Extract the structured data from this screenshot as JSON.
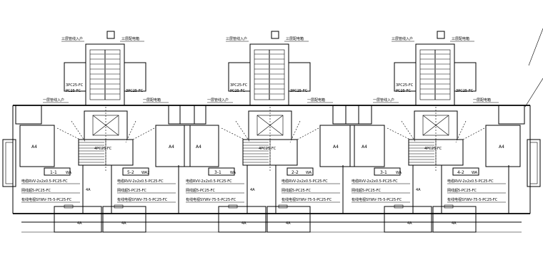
{
  "drawing": {
    "units": [
      {
        "stair_top_labels": [
          "三层管线入户",
          "三层配电箱"
        ],
        "floor_labels": [
          "一层管线入户",
          "一层配电箱"
        ],
        "riser_left": "3PC25-FC",
        "riser_left_2": "PC25-FC",
        "riser_right": "3PC25-FC",
        "riser_center": "4PC25-FC",
        "room_left": "A4",
        "room_right": "A4",
        "tag_left": "1-1",
        "tag_left_code": "WA",
        "tag_right": "5-2",
        "tag_right_code": "WA2",
        "cable_lines": [
          "电缆RVV-2x2x0.5-PC25-FC",
          "网线超5-PC25-FC",
          "有线电视SYWV-75-5-PC25-FC"
        ],
        "room_label_mid": "4A",
        "bottom_rooms": [
          "4A",
          "4A"
        ]
      },
      {
        "stair_top_labels": [
          "三层管线入户",
          "三层配电箱"
        ],
        "floor_labels": [
          "一层管线入户",
          "一层配电箱"
        ],
        "riser_left": "3PC25-FC",
        "riser_left_2": "PC25-FC",
        "riser_right": "3PC25-FC",
        "riser_center": "4PC25-FC",
        "room_left": "A4",
        "room_right": "A4",
        "tag_left": "3-1",
        "tag_left_code": "WA",
        "tag_right": "2-2",
        "tag_right_code": "WA",
        "cable_lines": [
          "电缆RVV-2x2x0.5-PC25-FC",
          "网线超5-PC25-FC",
          "有线电视SYWV-75-5-PC25-FC"
        ],
        "room_label_mid": "4A",
        "bottom_rooms": [
          "4A",
          "4A"
        ]
      },
      {
        "stair_top_labels": [
          "三层管线入户",
          "三层配电箱"
        ],
        "floor_labels": [
          "一层管线入户",
          "一层配电箱"
        ],
        "riser_left": "3PC25-FC",
        "riser_left_2": "PC25-FC",
        "riser_right": "3PC25-FC",
        "riser_center": "4PC25-FC",
        "room_left": "A4",
        "room_right": "A4",
        "tag_left": "3-1",
        "tag_left_code": "WA",
        "tag_right": "4-2",
        "tag_right_code": "WA",
        "cable_lines": [
          "电缆RVV-2x2x0.5-PC25-FC",
          "网线超5-PC25-FC",
          "有线电视SYWV-75-5-PC25-FC"
        ],
        "room_label_mid": "4A",
        "bottom_rooms": [
          "4A",
          "4A"
        ]
      }
    ]
  }
}
